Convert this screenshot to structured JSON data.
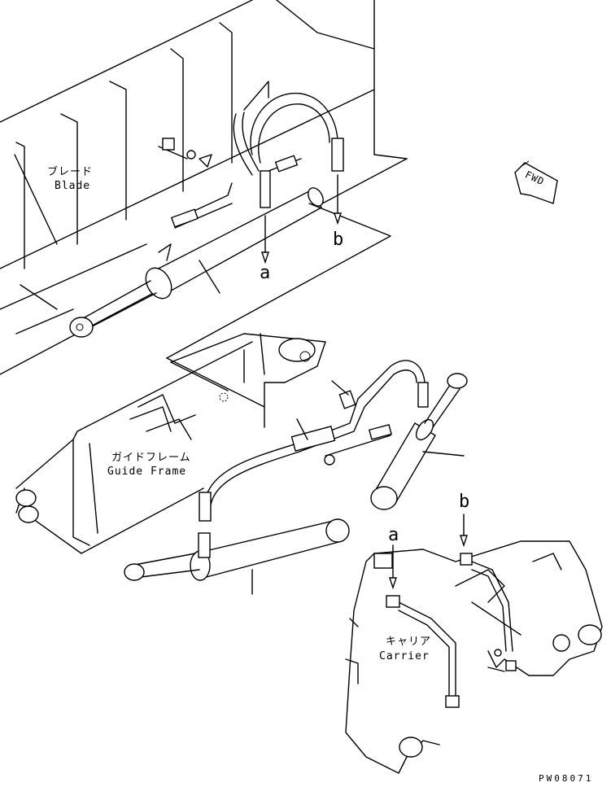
{
  "labels": {
    "blade_jp": "ブレード",
    "blade_en": "Blade",
    "guide_frame_jp": "ガイドフレーム",
    "guide_frame_en": "Guide Frame",
    "carrier_jp": "キャリア",
    "carrier_en": "Carrier",
    "fwd": "FWD",
    "ref_a_upper": "a",
    "ref_b_upper": "b",
    "ref_a_lower": "a",
    "ref_b_lower": "b",
    "drawing_code": "PW08071"
  }
}
